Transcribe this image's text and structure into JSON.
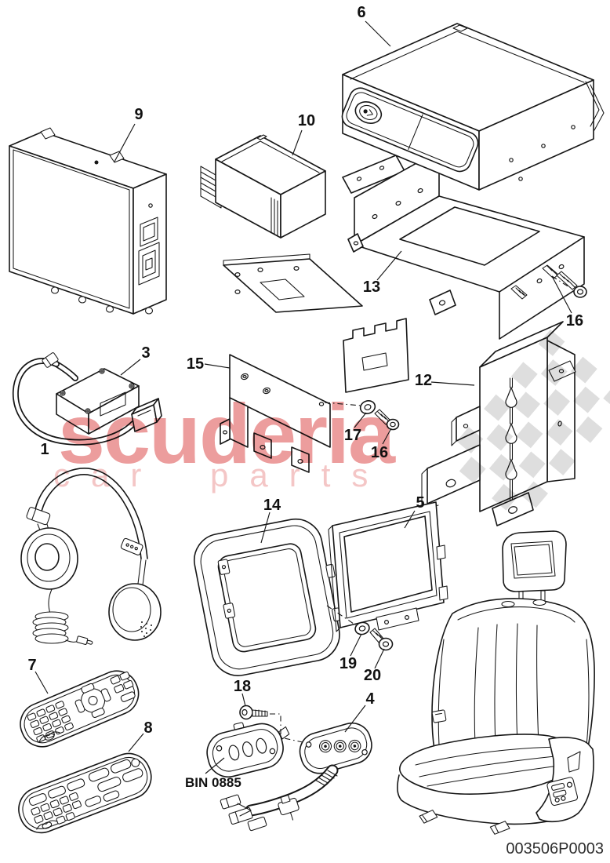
{
  "page": {
    "background": "#ffffff",
    "line_color": "#161616"
  },
  "watermark": {
    "line1": "scuderia",
    "line2": "car parts",
    "color1": "#ec9d9d",
    "color2": "#f4c6c6",
    "checker_color": "#dedede"
  },
  "diagram": {
    "doc_number": "003506P0003",
    "bin_label": "BIN 0885"
  },
  "callouts": {
    "c1": "1",
    "c3": "3",
    "c4": "4",
    "c5": "5",
    "c6": "6",
    "c7": "7",
    "c8": "8",
    "c9": "9",
    "c10": "10",
    "c12": "12",
    "c13": "13",
    "c14": "14",
    "c15": "15",
    "c16a": "16",
    "c16b": "16",
    "c17": "17",
    "c18": "18",
    "c19": "19",
    "c20": "20"
  }
}
